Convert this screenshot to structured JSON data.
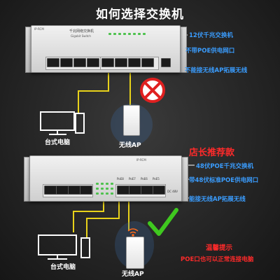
{
  "title": "如何选择交换机",
  "top_switch": {
    "brand": "IP-RCM",
    "name_cn": "千兆网络交换机",
    "name_en": "Gigabit Switch"
  },
  "bottom_switch": {
    "brand": "IP-RCM",
    "port_labels": [
      "PoE8",
      "PoE7",
      "PoE6",
      "PoE5"
    ],
    "power": "DC 48V"
  },
  "top_notes": [
    "12伏千兆交换机",
    "不带POE供电网口",
    "不能接无线AP拓展无线"
  ],
  "top_pc_label": "台式电脑",
  "top_ap_label": "无线AP",
  "recommend_title": "店长推荐款",
  "bottom_notes": [
    "48伏POE千兆交换机",
    "带48伏标准POE供电网口",
    "能接无线AP拓展无线"
  ],
  "bottom_pc_label": "台式电脑",
  "bottom_ap_label": "无线AP",
  "tip_title": "温馨提示",
  "tip_text": "POE口也可以正常连接电脑",
  "colors": {
    "blue_text": "#3a9dff",
    "red_text": "#ff2a2a",
    "yellow_cable": "#e8d21a",
    "forbid": "#e02020",
    "check": "#3fc81f"
  }
}
